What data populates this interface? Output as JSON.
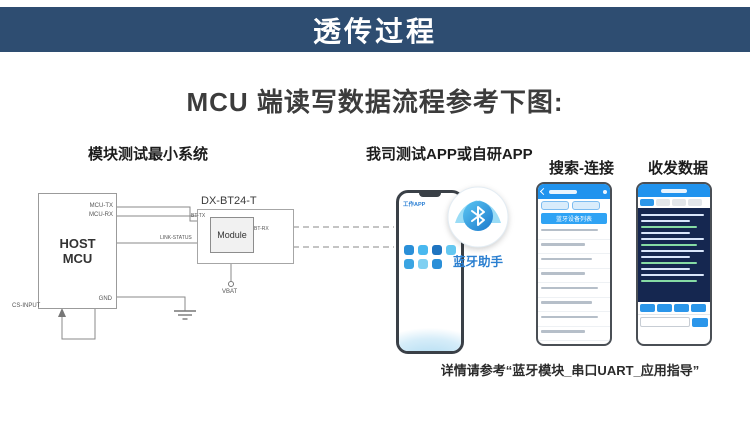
{
  "page": {
    "header_title": "透传过程",
    "main_title": "MCU 端读写数据流程参考下图:",
    "footer_note": "详情请参考“蓝牙模块_串口UART_应用指导”"
  },
  "labels": {
    "circuit": "模块测试最小系统",
    "app": "我司测试APP或自研APP",
    "search_connect": "搜索-连接",
    "send_receive": "收发数据"
  },
  "circuit": {
    "host_line1": "HOST",
    "host_line2": "MCU",
    "module_outer": "DX-BT24-T",
    "module_inner": "Module",
    "pin_mcu_tx": "MCU-TX",
    "pin_mcu_rx": "MCU-RX",
    "pin_gnd": "GND",
    "pin_cs_input": "CS-INPUT",
    "pin_bt_tx": "BT-TX",
    "pin_bt_rx": "BT-RX",
    "pin_link_status": "LINK-STATUS",
    "pin_vbat": "VBAT"
  },
  "phones": {
    "app_phone": {
      "status_text": "工作APP"
    },
    "search_phone": {
      "list_header": "蓝牙设备列表"
    },
    "bluetooth_icon_label": "蓝牙助手"
  },
  "colors": {
    "header_bg": "#2e4d71",
    "app_blue": "#2196f3",
    "console_bg": "#152750",
    "icon_blue": "#2a85d0"
  }
}
